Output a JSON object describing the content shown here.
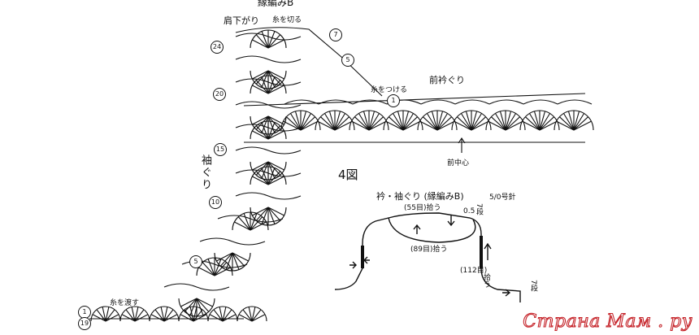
{
  "chart": {
    "title_top": "縁編みB",
    "shoulder": "肩下がり",
    "cut_yarn": "糸を切る",
    "attach_yarn": "糸をつける",
    "front_neck": "前衿ぐり",
    "front_center": "前中心",
    "armhole": "袖ぐり",
    "pass_yarn": "糸を渡す"
  },
  "row_markers": {
    "left": [
      "24",
      "20",
      "15",
      "10",
      "5",
      "1",
      "19"
    ],
    "right": [
      "7",
      "5",
      "1"
    ]
  },
  "figure": {
    "number": "4図",
    "caption": "衿・袖ぐり (縁編みB)",
    "needle": "5/0号針",
    "pick_55": "(55目)拾う",
    "pick_89": "(89目)拾う",
    "pick_112": "(112目)",
    "pick_112_suffix": "拾う",
    "width_label": "0.5",
    "rows_label": "7段",
    "rows_label_side": "7段"
  },
  "watermark": "Страна Мам . ру"
}
